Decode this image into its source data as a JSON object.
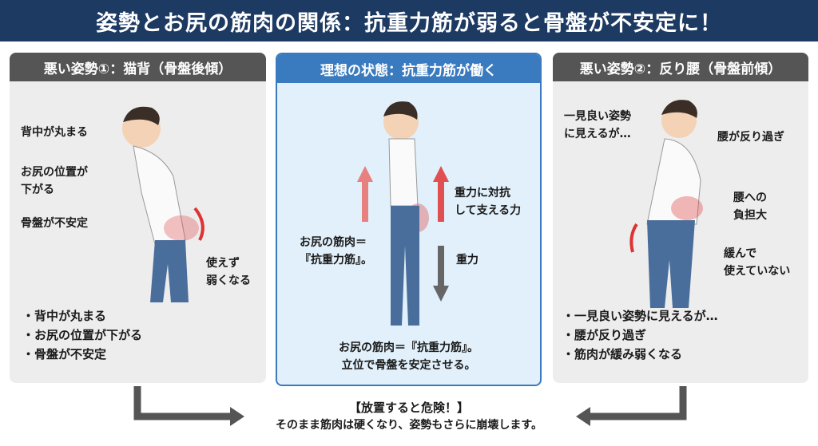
{
  "title": "姿勢とお尻の筋肉の関係：抗重力筋が弱ると骨盤が不安定に！",
  "left": {
    "header": "悪い姿勢①：猫背（骨盤後傾）",
    "labels": [
      "背中が丸まる",
      "お尻の位置が\n下がる",
      "骨盤が不安定",
      "使えず\n弱くなる"
    ],
    "bullets": [
      "背中が丸まる",
      "お尻の位置が下がる",
      "骨盤が不安定"
    ]
  },
  "center": {
    "header": "理想の状態：抗重力筋が働く",
    "labels": [
      "重力に対抗\nして支える力",
      "お尻の筋肉＝\n『抗重力筋』。",
      "重力"
    ],
    "caption": [
      "お尻の筋肉＝『抗重力筋』。",
      "立位で骨盤を安定させる。"
    ]
  },
  "right": {
    "header": "悪い姿勢②：反り腰（骨盤前傾）",
    "labels": [
      "一見良い姿勢\nに見えるが…",
      "腰が反り過ぎ",
      "腰への\n負担大",
      "緩んで\n使えていない"
    ],
    "bullets": [
      "一見良い姿勢に見えるが…",
      "腰が反り過ぎ",
      "筋肉が緩み弱くなる"
    ]
  },
  "warning": {
    "title": "【放置すると危険！】",
    "text": "そのまま筋肉は硬くなり、姿勢もさらに崩壊します。"
  },
  "colors": {
    "title_bg": "#1d3a63",
    "header_gray": "#555555",
    "header_blue": "#3a7bbf",
    "red": "#e05050"
  }
}
